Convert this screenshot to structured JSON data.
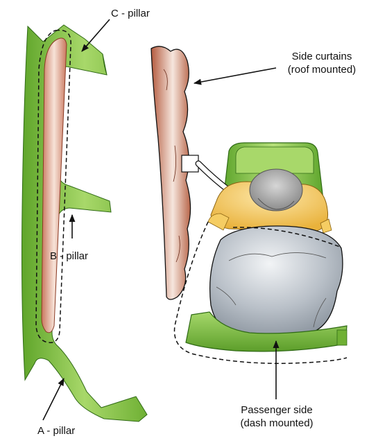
{
  "labels": {
    "c_pillar": "C - pillar",
    "side_curtains_line1": "Side curtains",
    "side_curtains_line2": "(roof mounted)",
    "b_pillar": "B - pillar",
    "passenger_line1": "Passenger side",
    "passenger_line2": "(dash mounted)",
    "a_pillar": "A - pillar"
  },
  "colors": {
    "pillar_green": "#8cc63f",
    "curtain_brown": "#c0715a",
    "airbag_gray": "#a9b1ba",
    "seat_green": "#7fbf3f",
    "occupant_yellow": "#f2c24a",
    "hair_gray": "#9a9a9a",
    "line": "#111111"
  }
}
